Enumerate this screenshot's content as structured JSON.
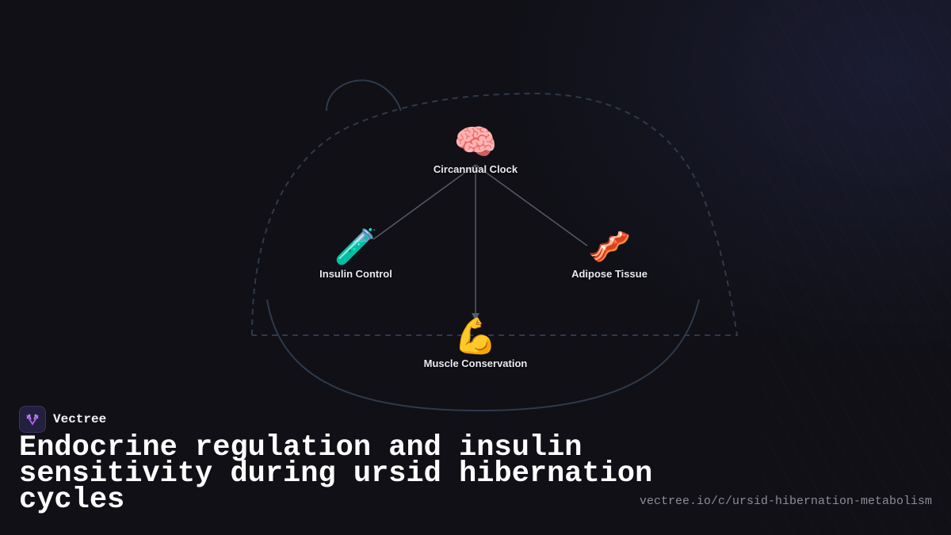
{
  "diagram": {
    "nodes": [
      {
        "id": "clock",
        "label": "Circannual Clock",
        "emoji": "🧠",
        "icon": "brain-icon"
      },
      {
        "id": "insulin",
        "label": "Insulin Control",
        "emoji": "🧪",
        "icon": "test-tube-icon"
      },
      {
        "id": "adipose",
        "label": "Adipose Tissue",
        "emoji": "🥓",
        "icon": "bacon-icon"
      },
      {
        "id": "muscle",
        "label": "Muscle Conservation",
        "emoji": "💪",
        "icon": "flexed-biceps-icon"
      }
    ],
    "edges": [
      {
        "from": "clock",
        "to": "insulin"
      },
      {
        "from": "clock",
        "to": "adipose"
      },
      {
        "from": "clock",
        "to": "muscle",
        "arrow": true
      }
    ],
    "colors": {
      "edge": "#555b66",
      "outline": "#2f3a4c"
    }
  },
  "brand": {
    "name": "Vectree",
    "logo_color": "#a85ce8"
  },
  "title": "Endocrine regulation and insulin sensitivity during ursid hibernation cycles",
  "url": "vectree.io/c/ursid-hibernation-metabolism"
}
